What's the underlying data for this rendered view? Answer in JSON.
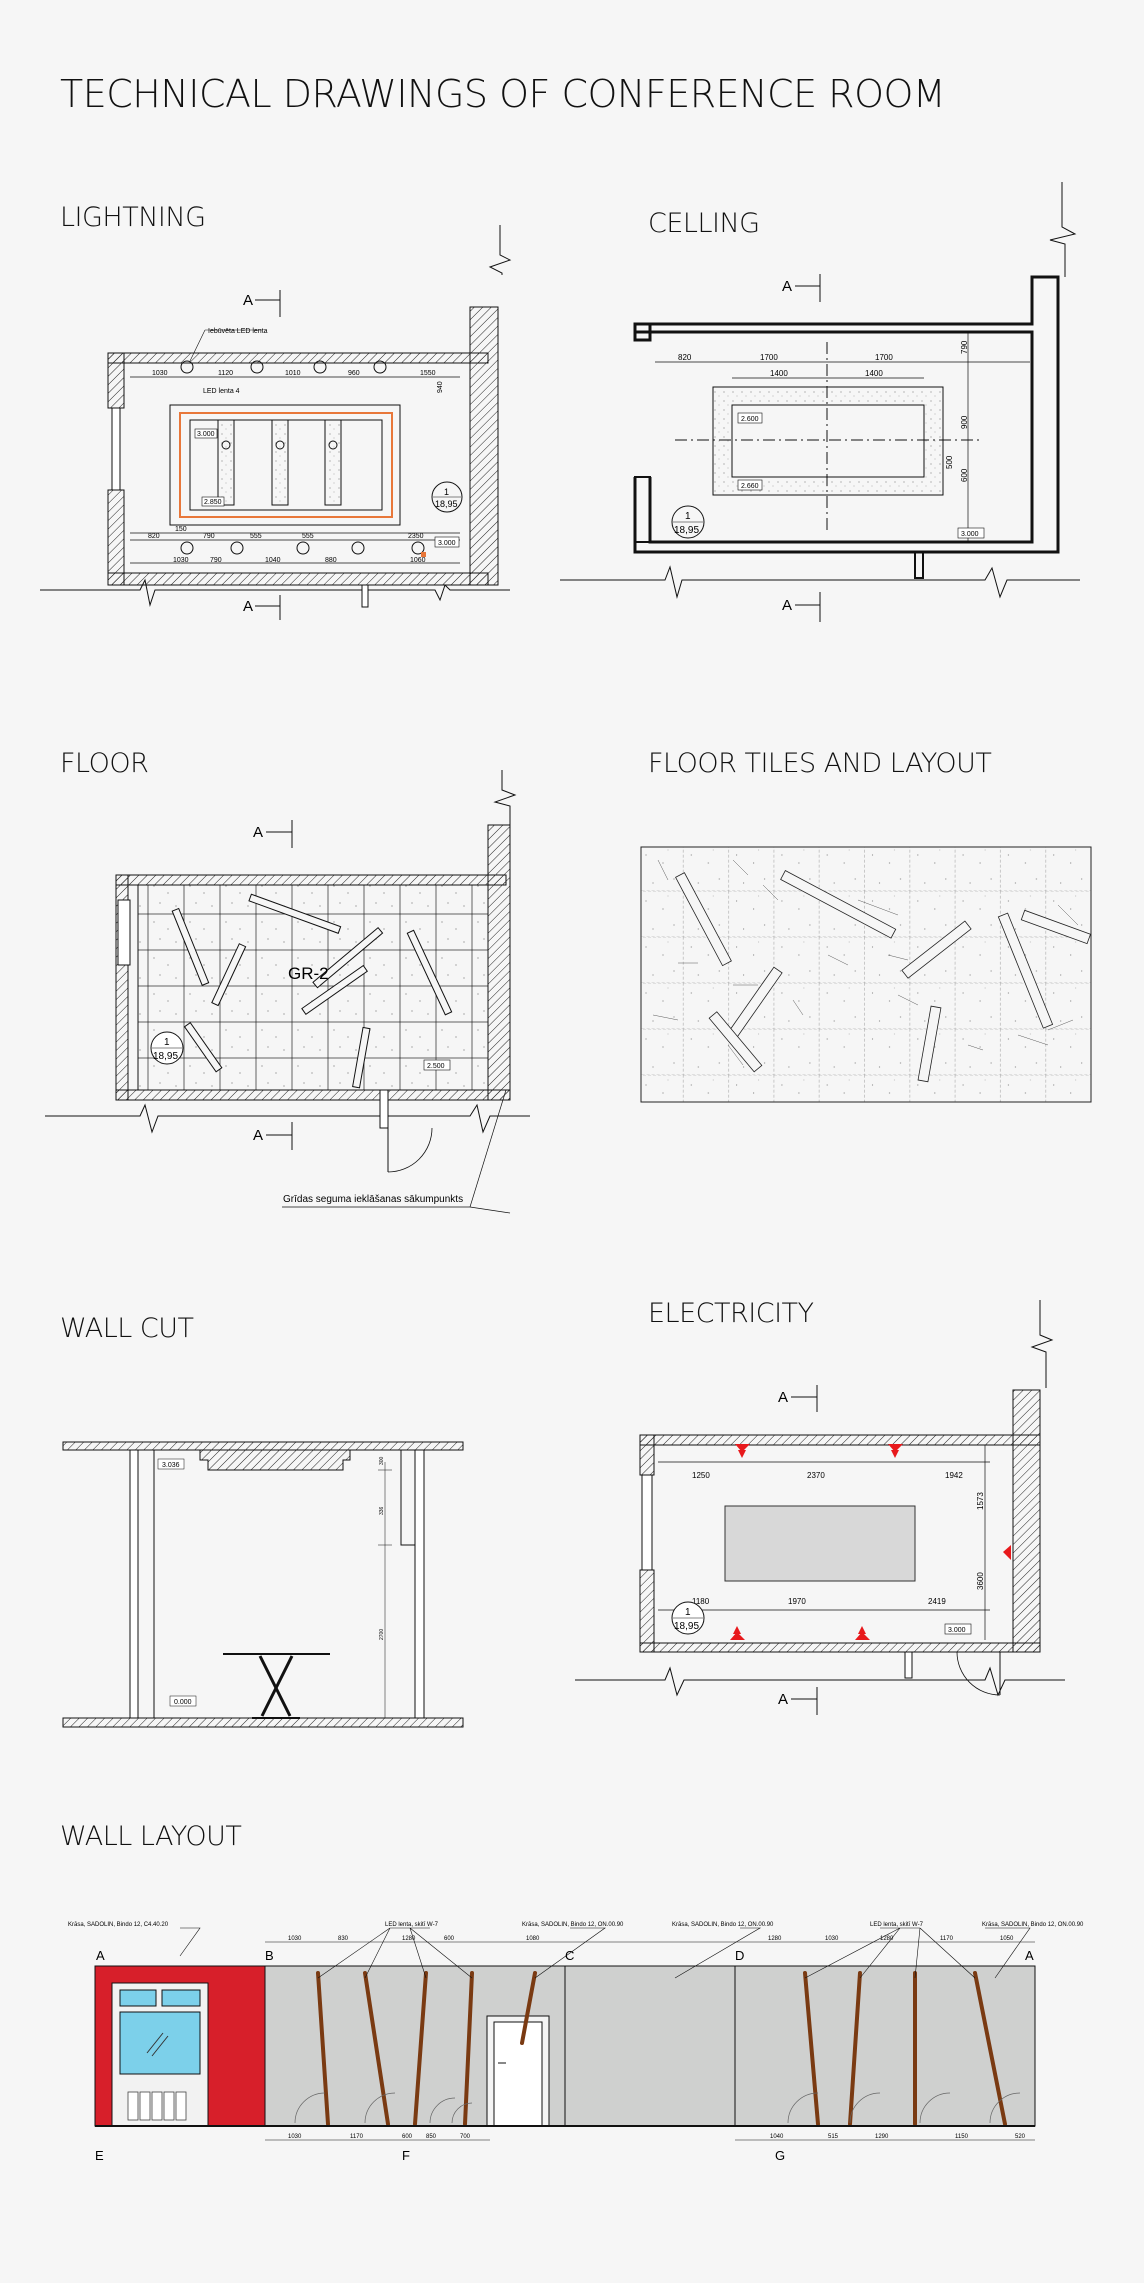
{
  "title": "TECHNICAL DRAWINGS OF CONFERENCE ROOM",
  "sections": {
    "lightning": "LIGHTNING",
    "celling": "CELLING",
    "floor": "FLOOR",
    "floor_tiles": "FLOOR TILES AND LAYOUT",
    "wall_cut": "WALL CUT",
    "electricity": "ELECTRICITY",
    "wall_layout": "WALL LAYOUT"
  },
  "lightning": {
    "section_mark": "A",
    "note_led_hidden": "Iebūvēta LED lenta",
    "note_led": "LED lenta 4",
    "level": "3.000",
    "level_low": "2.850",
    "room_no": "1",
    "area": "18,95",
    "dims_top": [
      "1030",
      "1120",
      "1010",
      "960",
      "1550"
    ],
    "dims_bottom": [
      "820",
      "790",
      "555",
      "555",
      "2350"
    ],
    "dims_bottom2": [
      "1030",
      "790",
      "1040",
      "880",
      "1060"
    ],
    "dim_right": "940",
    "dim_small": "150"
  },
  "celling": {
    "section_mark": "A",
    "dims_top": [
      "820",
      "1700",
      "1700"
    ],
    "dims_inner": [
      "1400",
      "1400"
    ],
    "dims_right": [
      "790",
      "900",
      "500",
      "600"
    ],
    "level_hi": "2.600",
    "level_lo": "2.660",
    "level_room": "3.000",
    "room_no": "1",
    "area": "18,95"
  },
  "floor": {
    "section_mark": "A",
    "material": "GR-2",
    "level": "2.500",
    "room_no": "1",
    "area": "18,95",
    "start_note": "Grīdas seguma ieklāšanas sākumpunkts"
  },
  "wall_cut": {
    "level_top": "3.036",
    "level_bottom": "0.000",
    "dim_a": "300",
    "dim_b": "336",
    "dim_c": "2700"
  },
  "electricity": {
    "section_mark": "A",
    "dims_top": [
      "1250",
      "2370",
      "1942"
    ],
    "dims_bottom": [
      "1180",
      "1970",
      "2419"
    ],
    "dims_right": [
      "1573",
      "3600"
    ],
    "level": "3.000",
    "room_no": "1",
    "area": "18,95"
  },
  "wall_layout": {
    "paint_labels": [
      "Krāsa, SADOLIN, Bindo 12, C4.40.20",
      "Krāsa, SADOLIN, Bindo 12, ON.00.90",
      "Krāsa, SADOLIN, Bindo 12, ON.00.90",
      "Krāsa, SADOLIN, Bindo 12, ON.00.90"
    ],
    "led_labels": [
      "LED lenta, skitī W-7",
      "LED lenta, skitī W-7"
    ],
    "corner_labels": [
      "A",
      "B",
      "C",
      "D",
      "A"
    ],
    "bottom_labels": [
      "E",
      "F",
      "G"
    ],
    "dims_top_left": [
      "1030",
      "830",
      "1280",
      "600",
      "1080"
    ],
    "dims_top_right": [
      "1280",
      "1030",
      "1280",
      "1170",
      "1050"
    ],
    "dims_bottom_left": [
      "1030",
      "1170",
      "600",
      "850",
      "700"
    ],
    "dims_bottom_right": [
      "1040",
      "515",
      "1290",
      "1150",
      "520"
    ]
  },
  "colors": {
    "wall_red": "#d71f2a",
    "wall_grey": "#cfd0cf",
    "led_brown": "#7a3a12",
    "glass_blue": "#7cd0ea",
    "light_orange": "#e8773a",
    "socket_red": "#e8191c"
  }
}
